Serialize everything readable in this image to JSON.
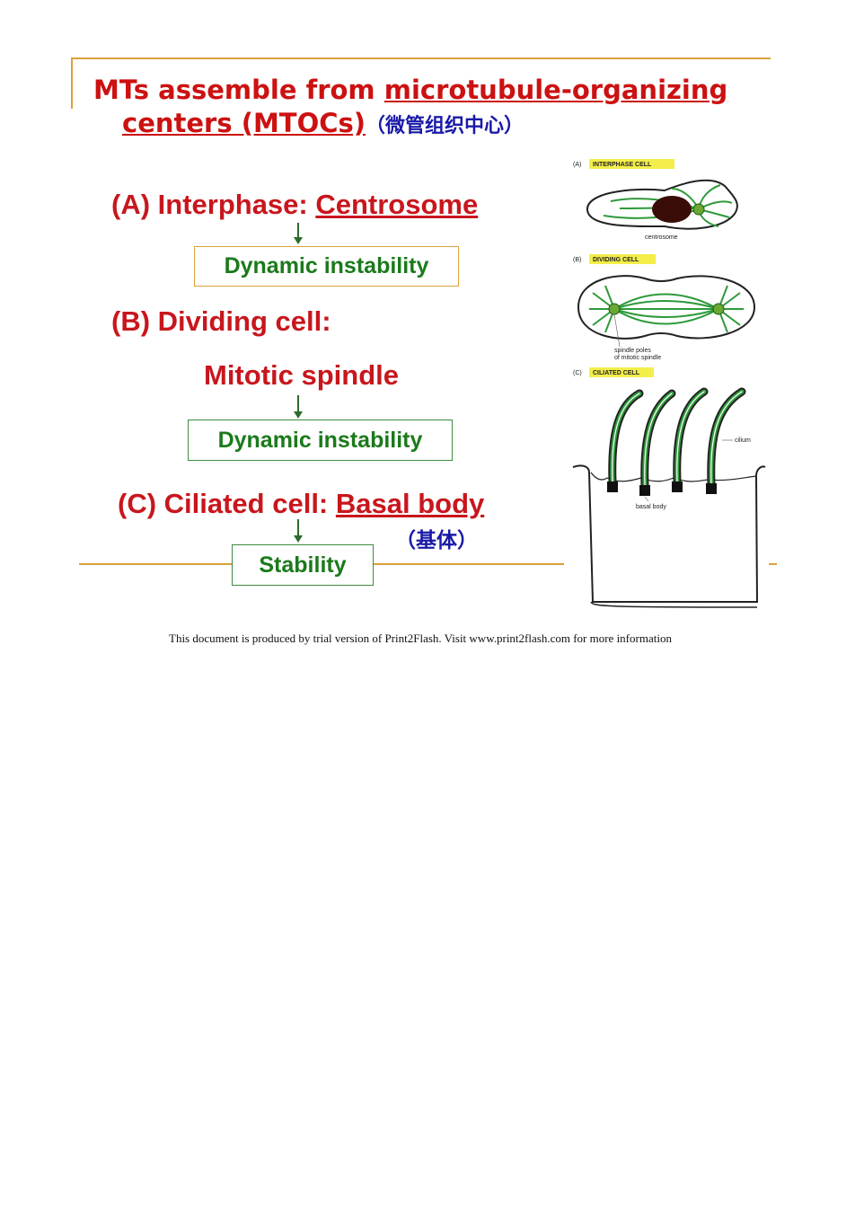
{
  "slide": {
    "title_line1_plain": "MTs assemble from ",
    "title_line1_underlined": "microtubule-organizing",
    "title_line2_underlined": "centers (MTOCs)",
    "title_cjk": "（微管组织中心）",
    "a_label": "(A) Interphase: ",
    "a_term": "Centrosome",
    "a_box": "Dynamic instability",
    "b_label": "(B) Dividing cell:",
    "b_term": "Mitotic spindle",
    "b_box": "Dynamic instability",
    "c_label": "(C) Ciliated cell: ",
    "c_term": "Basal body",
    "c_cjk": "（基体）",
    "c_box": "Stability"
  },
  "figure": {
    "a_tag": "(A)",
    "a_title": "INTERPHASE CELL",
    "a_caption": "centrosome",
    "b_tag": "(B)",
    "b_title": "DIVIDING CELL",
    "b_caption_1": "spindle poles",
    "b_caption_2": "of mitotic spindle",
    "c_tag": "(C)",
    "c_title": "CILIATED CELL",
    "c_cilium": "cilium",
    "c_basal": "basal body"
  },
  "footer": {
    "text": "This document is produced by trial version of Print2Flash. Visit www.print2flash.com for more information"
  },
  "colors": {
    "title_red": "#cc1111",
    "chinese_blue": "#1a1aa8",
    "box_green": "#1b7a1b",
    "frame_gold": "#d9a23a",
    "tag_yellow": "#f3ee4a",
    "microtubule_green": "#2e9a3a"
  }
}
